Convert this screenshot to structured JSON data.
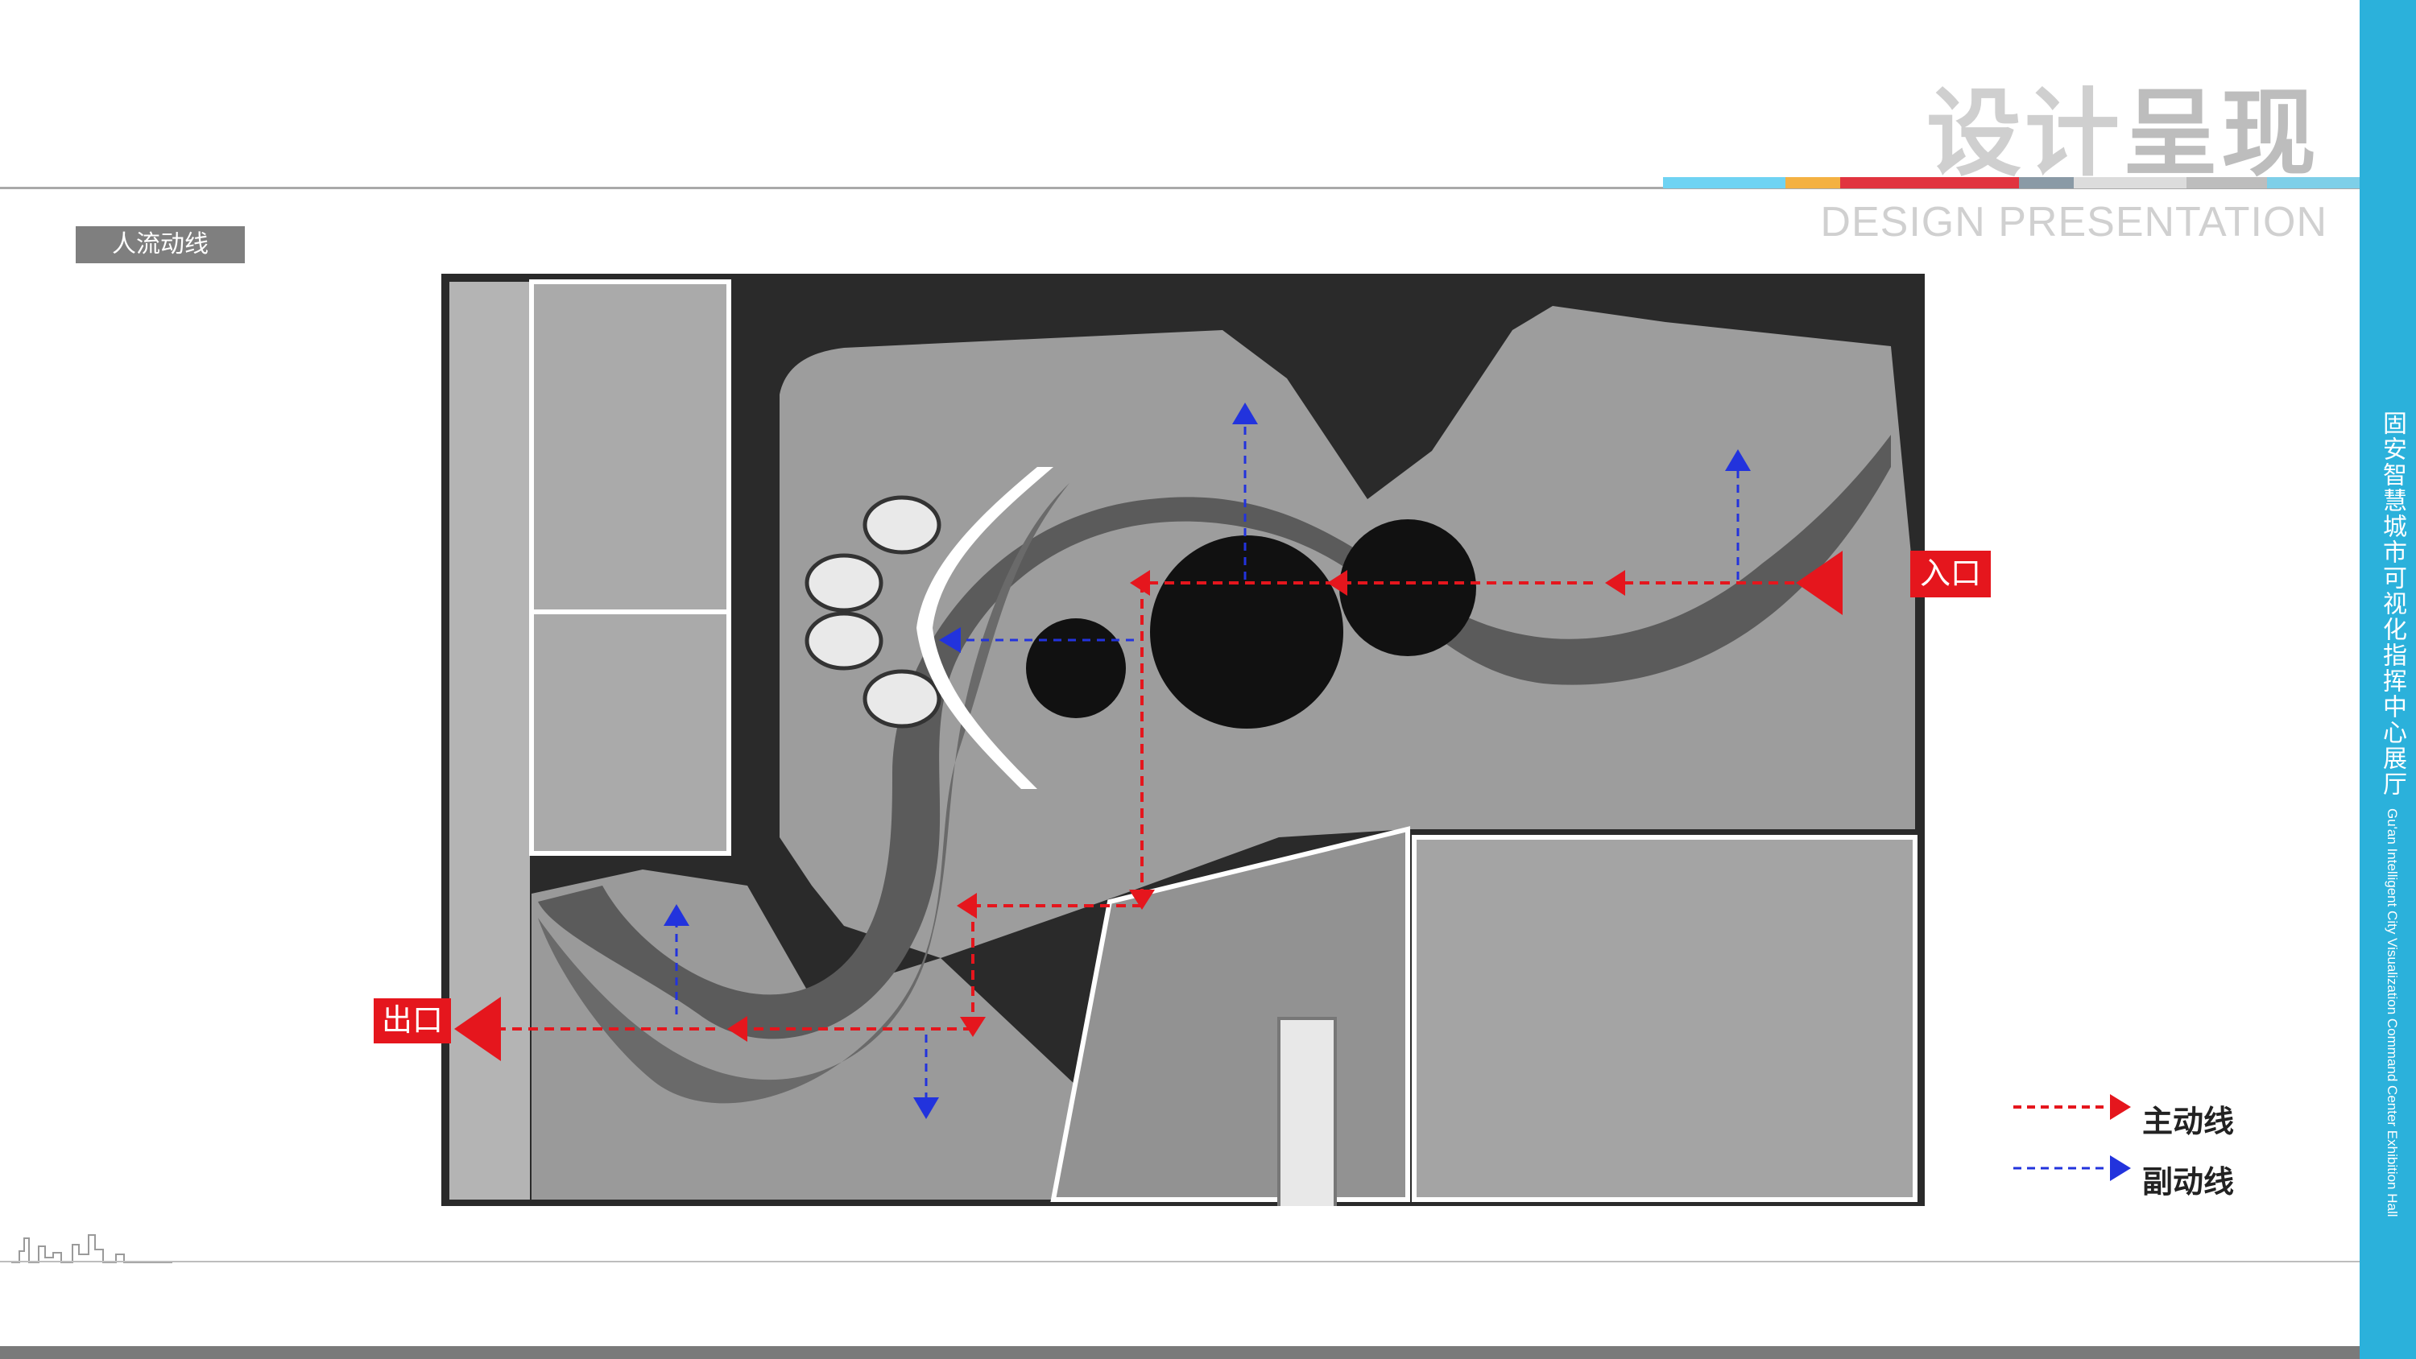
{
  "header": {
    "title_part1": "设计",
    "title_part2": "呈现",
    "subtitle": "DESIGN PRESENTATION"
  },
  "section_label": "人流动线",
  "sidebar": {
    "title_cn": "固安智慧城市可视化指挥中心展厅",
    "title_en": "Gu'an Intelligent City Visualization Command Center Exhibition Hall"
  },
  "plan": {
    "entry_label": "入口",
    "exit_label": "出口"
  },
  "legend": {
    "main_route": {
      "label": "主动线",
      "color": "#e5161d"
    },
    "secondary_route": {
      "label": "副动线",
      "color": "#2233dd"
    }
  },
  "colors": {
    "accent_blue": "#2bb1db",
    "main_red": "#e5161d",
    "secondary_blue": "#2233dd"
  }
}
